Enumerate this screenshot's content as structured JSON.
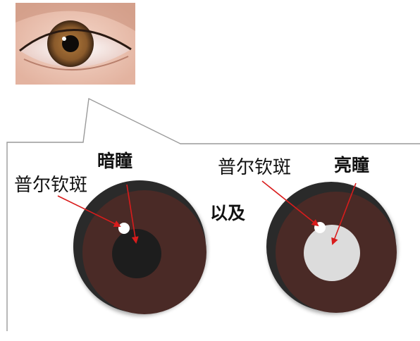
{
  "labels": {
    "dark_pupil": "暗瞳",
    "bright_pupil": "亮瞳",
    "glint_left": "普尔钦斑",
    "glint_right": "普尔钦斑",
    "connector": "以及"
  },
  "colors": {
    "iris": "#4a2a26",
    "iris_rim": "#2b2b2b",
    "dark_pupil": "#1d1d1d",
    "bright_pupil": "#dcdcdc",
    "glint": "#ffffff",
    "arrow": "#d91c1c",
    "callout_line": "#9a9a9a",
    "photo_iris": "#8a5a2b"
  },
  "icons": [
    "eye-photo-icon"
  ]
}
